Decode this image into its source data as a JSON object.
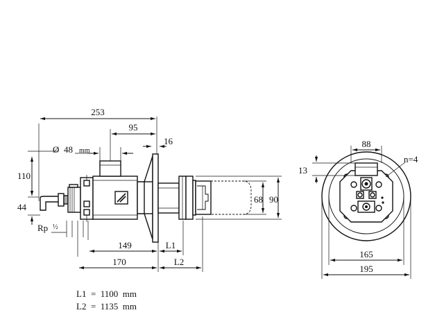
{
  "dimensions": {
    "overall_length": "253",
    "tube_offset": "95",
    "diameter_prefix": "Ø",
    "diameter_value": "48",
    "diameter_unit": "mm",
    "flange_thickness": "16",
    "height_top": "110",
    "height_bottom": "44",
    "thread_label": "Rp",
    "thread_size": "½",
    "dim_149": "149",
    "dim_170": "170",
    "dim_L1": "L1",
    "dim_L2": "L2",
    "head_inner": "68",
    "head_outer": "90",
    "flange_top_width": "88",
    "flange_offset": "13",
    "holes_count": "n=4",
    "bolt_circle": "165",
    "flange_diameter": "195"
  },
  "notes": {
    "l1": "L1  =  1100  mm",
    "l2": "L2  =  1135  mm"
  }
}
